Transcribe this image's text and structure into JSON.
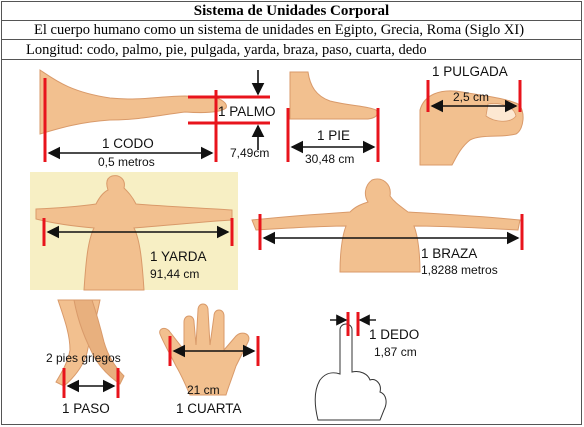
{
  "header": {
    "title": "Sistema de Unidades Corporal",
    "subtitle": "El cuerpo humano como un sistema de unidades en Egipto, Grecia, Roma (Siglo XI)",
    "units_list": "Longitud: codo, palmo, pie, pulgada, yarda, braza, paso, cuarta, dedo"
  },
  "panels": {
    "codo": {
      "name": "1 CODO",
      "value": "0,5 metros"
    },
    "palmo": {
      "name": "1 PALMO",
      "value": "7,49cm"
    },
    "pie": {
      "name": "1 PIE",
      "value": "30,48 cm"
    },
    "pulgada": {
      "name": "1 PULGADA",
      "value": "2,5 cm"
    },
    "yarda": {
      "name": "1 YARDA",
      "value": "91,44 cm"
    },
    "braza": {
      "name": "1 BRAZA",
      "value": "1,8288 metros"
    },
    "paso": {
      "name": "1 PASO",
      "value": "2 pies griegos"
    },
    "cuarta": {
      "name": "1 CUARTA",
      "value": "21 cm"
    },
    "dedo": {
      "name": "1 DEDO",
      "value": "1,87 cm"
    }
  },
  "colors": {
    "skin": "#f2c08f",
    "skin_shadow": "#d99a6a",
    "marker": "#e8141c",
    "arrow": "#111111",
    "yarda_bg": "#f7efc4"
  }
}
